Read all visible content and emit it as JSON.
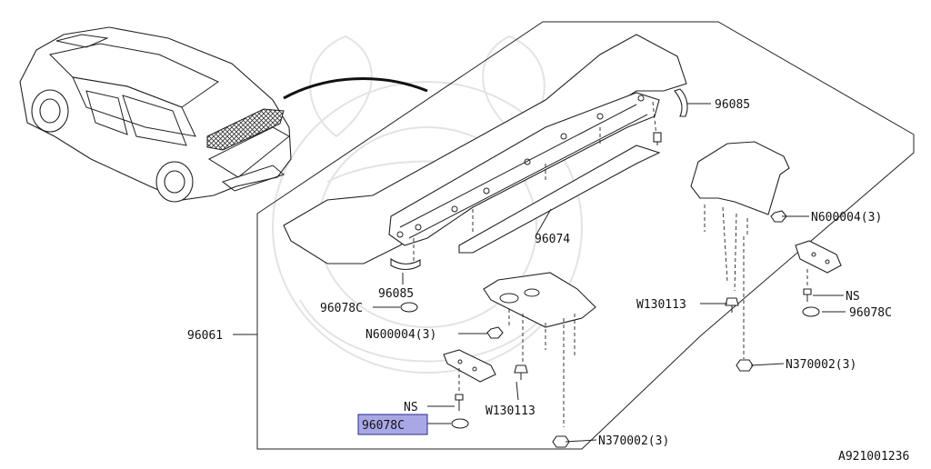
{
  "diagram": {
    "drawing_number": "A921001236",
    "callouts": {
      "assembly": "96061",
      "spoiler_cover": "96074",
      "seal_right": "96085",
      "seal_left": "96085",
      "nut_right_upper": "N600004(3)",
      "nut_left": "N600004(3)",
      "bolt_right": "W130113",
      "bolt_left": "W130113",
      "screw_right": "NS",
      "screw_left": "NS",
      "plug_right": "96078C",
      "plug_upper_left": "96078C",
      "plug_selected": "96078C",
      "clip_right": "N370002(3)",
      "clip_bottom": "N370002(3)"
    },
    "selected_callout": "plug_selected",
    "colors": {
      "highlight_fill": "#a9a8e6",
      "highlight_border": "#2a2a8a",
      "line": "#222222",
      "watermark": "#e3e3e3"
    }
  }
}
